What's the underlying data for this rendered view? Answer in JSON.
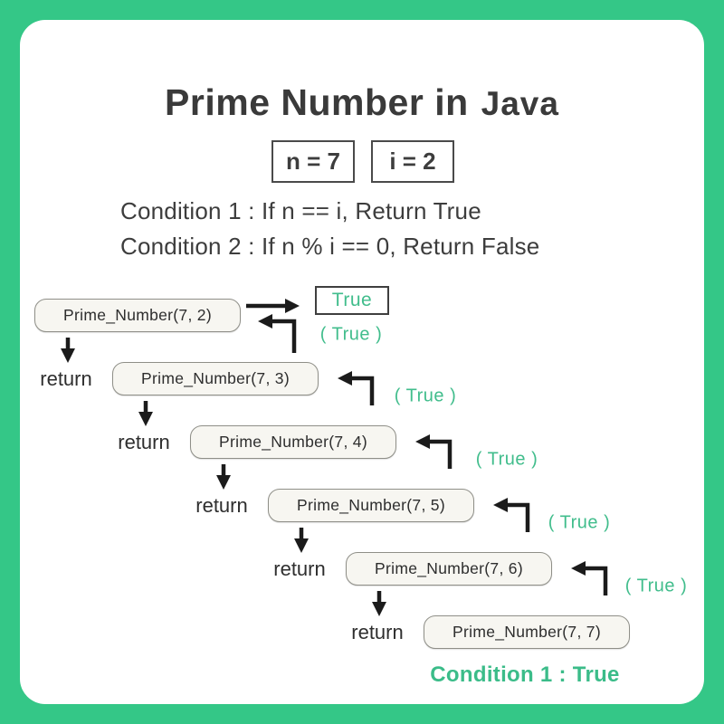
{
  "header": {
    "title_main": "Prime Number in",
    "title_lang": "Java"
  },
  "variables": [
    {
      "label": "n = 7"
    },
    {
      "label": "i = 2"
    }
  ],
  "conditions": [
    "Condition 1 : If n == i, Return True",
    "Condition 2 : If n % i == 0, Return False"
  ],
  "diagram": {
    "result_box": "True",
    "calls": [
      {
        "label": "Prime_Number(7, 2)"
      },
      {
        "label": "Prime_Number(7, 3)"
      },
      {
        "label": "Prime_Number(7, 4)"
      },
      {
        "label": "Prime_Number(7, 5)"
      },
      {
        "label": "Prime_Number(7, 6)"
      },
      {
        "label": "Prime_Number(7, 7)"
      }
    ],
    "return_label": "return",
    "true_label": "( True )",
    "footer": "Condition 1 : True"
  },
  "colors": {
    "frame_green": "#34c787",
    "text_green": "#41bd8c",
    "text_dark": "#3a3a3a",
    "call_box_fill": "#f7f6f1",
    "call_box_border": "#8f8f88",
    "arrow": "#1b1b1b"
  }
}
